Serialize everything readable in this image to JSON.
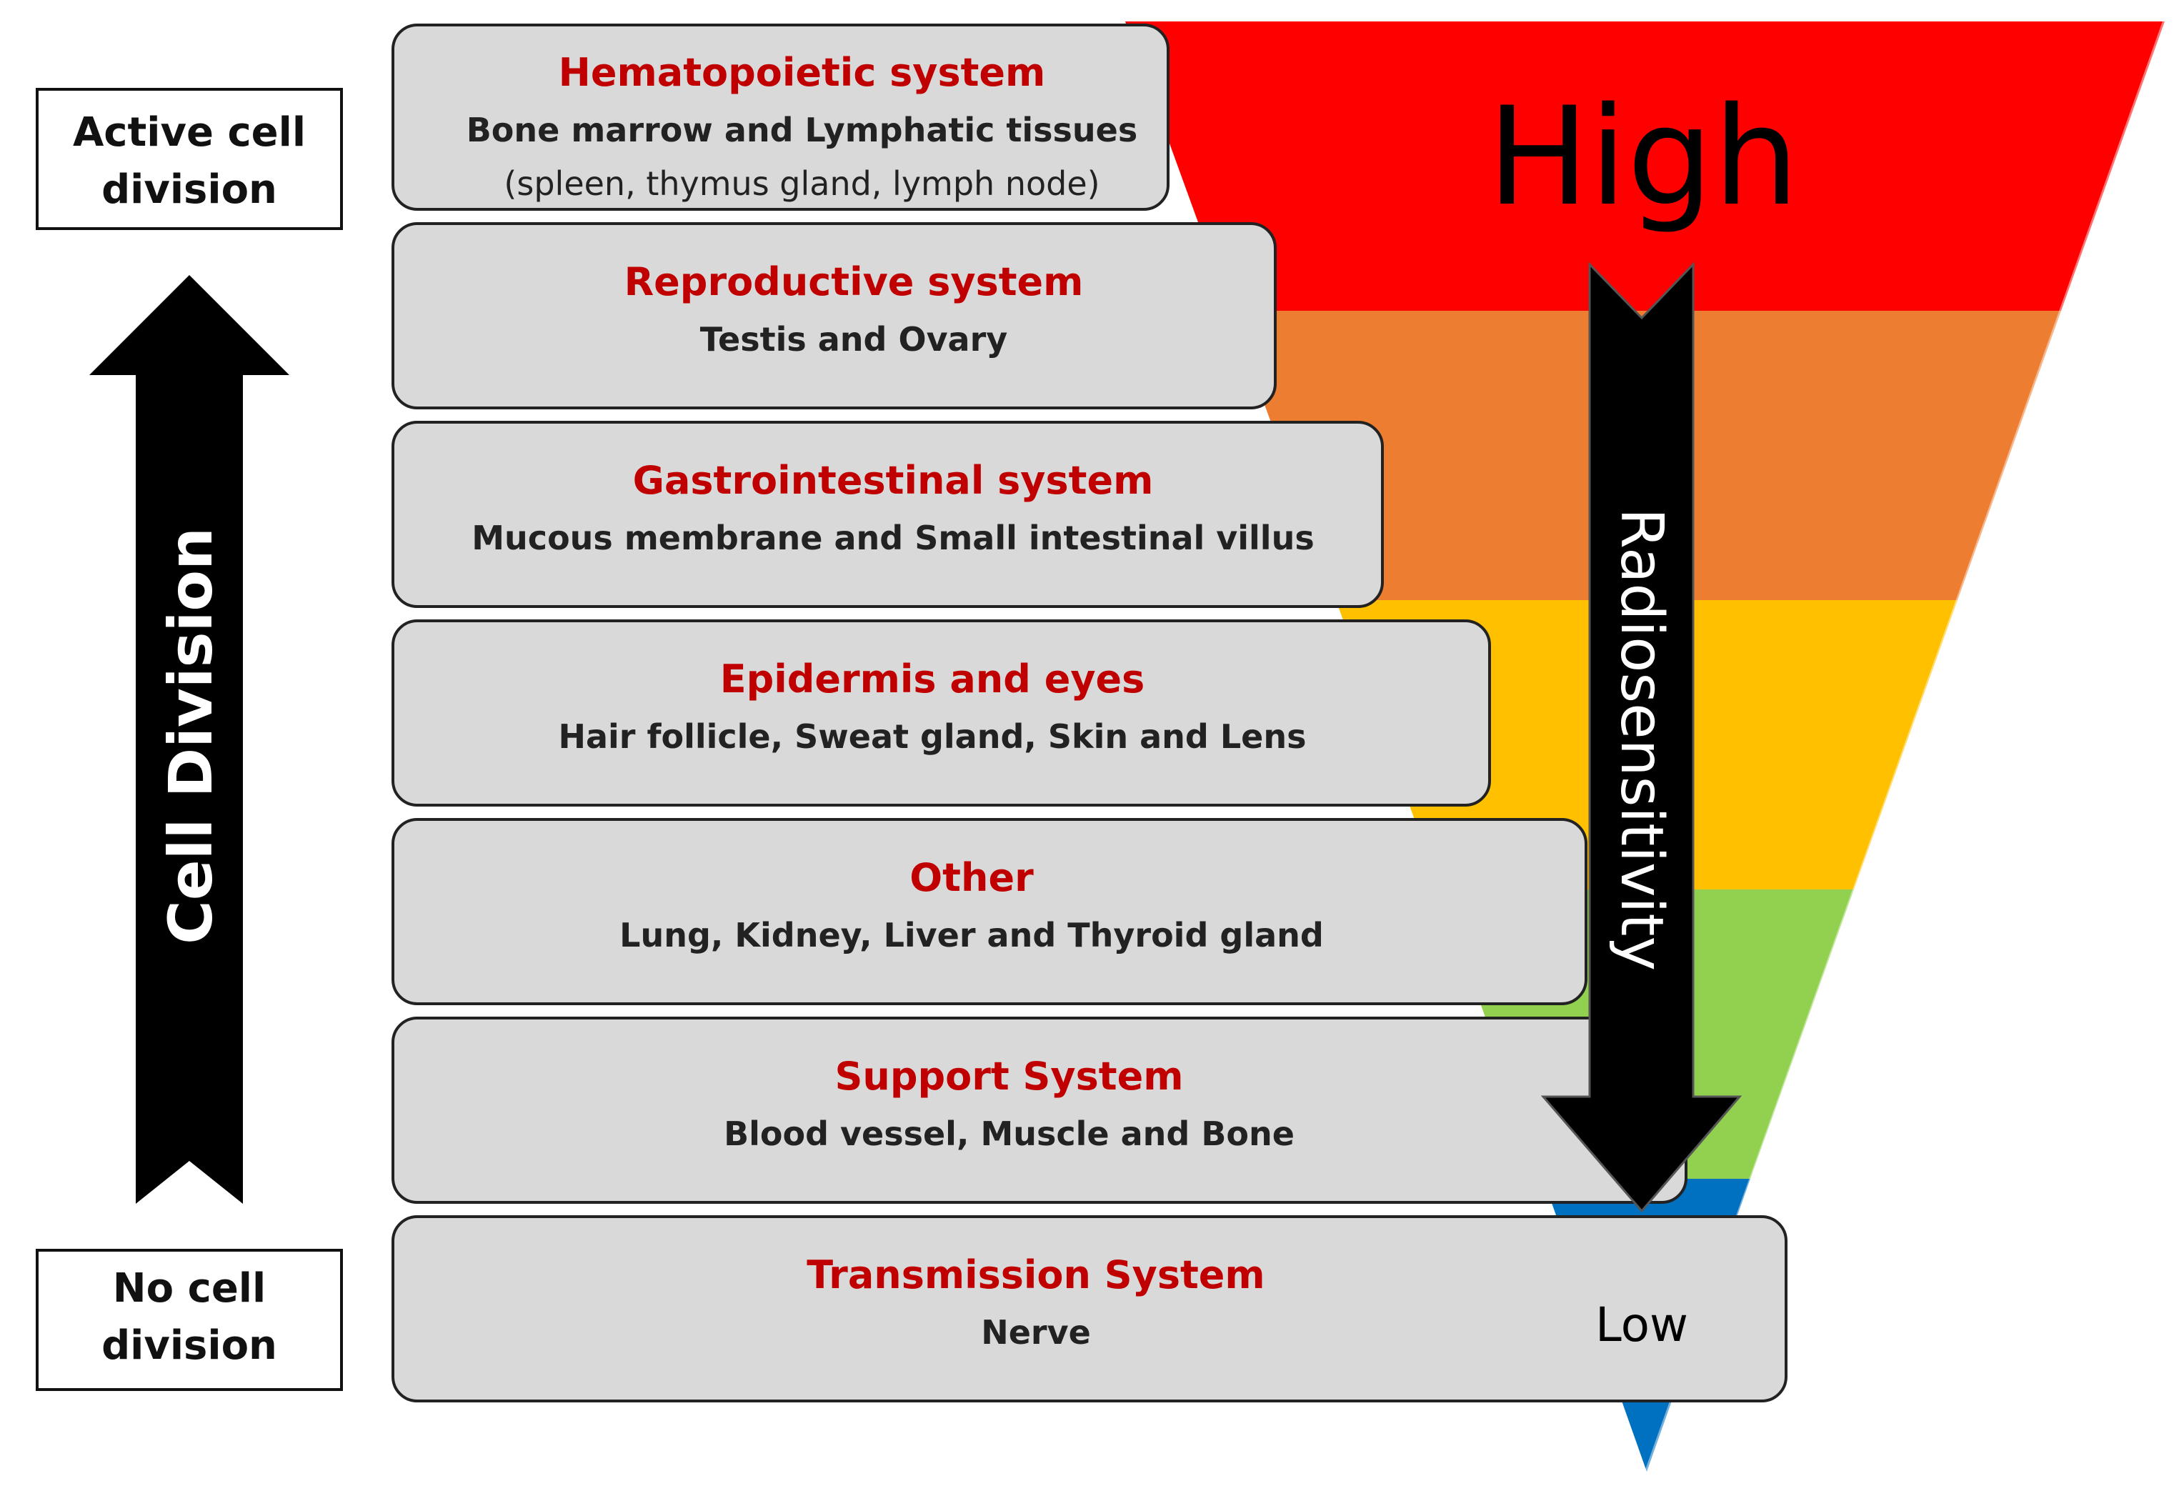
{
  "left_panel": {
    "top_label_line1": "Active cell",
    "top_label_line2": "division",
    "bottom_label_line1": "No cell",
    "bottom_label_line2": "division",
    "arrow_label": "Cell Division"
  },
  "rows": [
    {
      "title": "Hematopoietic system",
      "line1": "Bone marrow and Lymphatic tissues",
      "line2": "(spleen, thymus gland, lymph node)"
    },
    {
      "title": "Reproductive system",
      "line1": "Testis and Ovary",
      "line2": ""
    },
    {
      "title": "Gastrointestinal system",
      "line1": "Mucous membrane and Small intestinal villus",
      "line2": ""
    },
    {
      "title": "Epidermis and eyes",
      "line1": "Hair follicle, Sweat gland, Skin and Lens",
      "line2": ""
    },
    {
      "title": "Other",
      "line1": "Lung, Kidney, Liver and Thyroid gland",
      "line2": ""
    },
    {
      "title": "Support System",
      "line1": "Blood vessel, Muscle and Bone",
      "line2": ""
    },
    {
      "title": "Transmission System",
      "line1": "Nerve",
      "line2": ""
    }
  ],
  "pyramid": {
    "high_label": "High",
    "low_label": "Low",
    "arrow_label": "Radiosensitivity",
    "band_colors": [
      "#ff0000",
      "#ed7d31",
      "#ffc000",
      "#92d050",
      "#0070c0"
    ]
  }
}
